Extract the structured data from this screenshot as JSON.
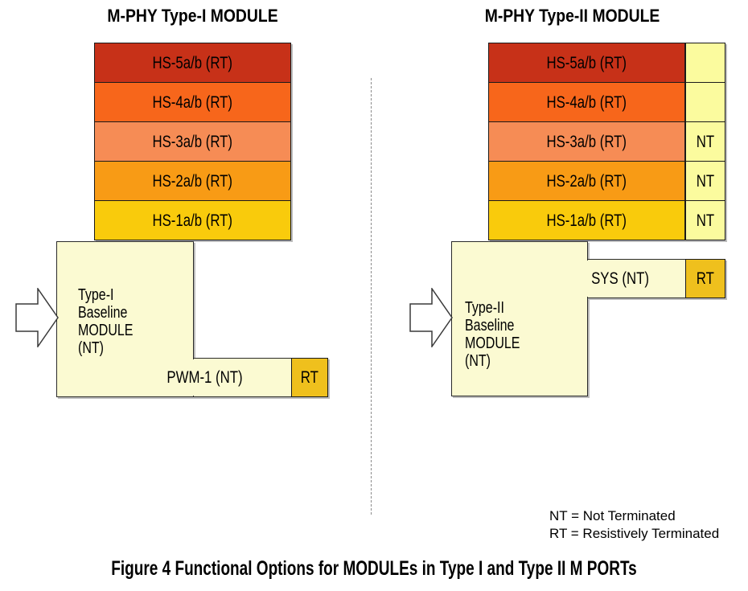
{
  "left": {
    "title": "M-PHY Type-I MODULE",
    "bars": [
      {
        "label": "HS-5a/b (RT)",
        "color": "#c73118"
      },
      {
        "label": "HS-4a/b (RT)",
        "color": "#f7661b"
      },
      {
        "label": "HS-3a/b (RT)",
        "color": "#f68c55"
      },
      {
        "label": "HS-2a/b (RT)",
        "color": "#f89b15"
      },
      {
        "label": "HS-1a/b (RT)",
        "color": "#f9cb0c"
      }
    ],
    "baseline": {
      "line1": "Type-I",
      "line2": "Baseline",
      "line3": "MODULE",
      "line4": "(NT)"
    },
    "pwm_label": "PWM-1 (NT)",
    "rt_label": "RT"
  },
  "right": {
    "title": "M-PHY Type-II MODULE",
    "bars": [
      {
        "label": "HS-5a/b (RT)",
        "color": "#c73118",
        "tag": ""
      },
      {
        "label": "HS-4a/b (RT)",
        "color": "#f7661b",
        "tag": ""
      },
      {
        "label": "HS-3a/b (RT)",
        "color": "#f68c55",
        "tag": "NT"
      },
      {
        "label": "HS-2a/b (RT)",
        "color": "#f89b15",
        "tag": "NT"
      },
      {
        "label": "HS-1a/b (RT)",
        "color": "#f9cb0c",
        "tag": "NT"
      }
    ],
    "baseline": {
      "line1": "Type-II",
      "line2": "Baseline",
      "line3": "MODULE",
      "line4": "(NT)"
    },
    "sys_label": "SYS (NT)",
    "rt_label": "RT"
  },
  "legend": {
    "line1": "NT = Not Terminated",
    "line2": "RT = Resistively Terminated"
  },
  "caption": "Figure 4 Functional Options for MODULEs in Type I and Type II M PORTs",
  "colors": {
    "rt_box": "#efc01d",
    "nt_box": "#fbfb9e",
    "baseline_fill": "#fbfad2"
  }
}
